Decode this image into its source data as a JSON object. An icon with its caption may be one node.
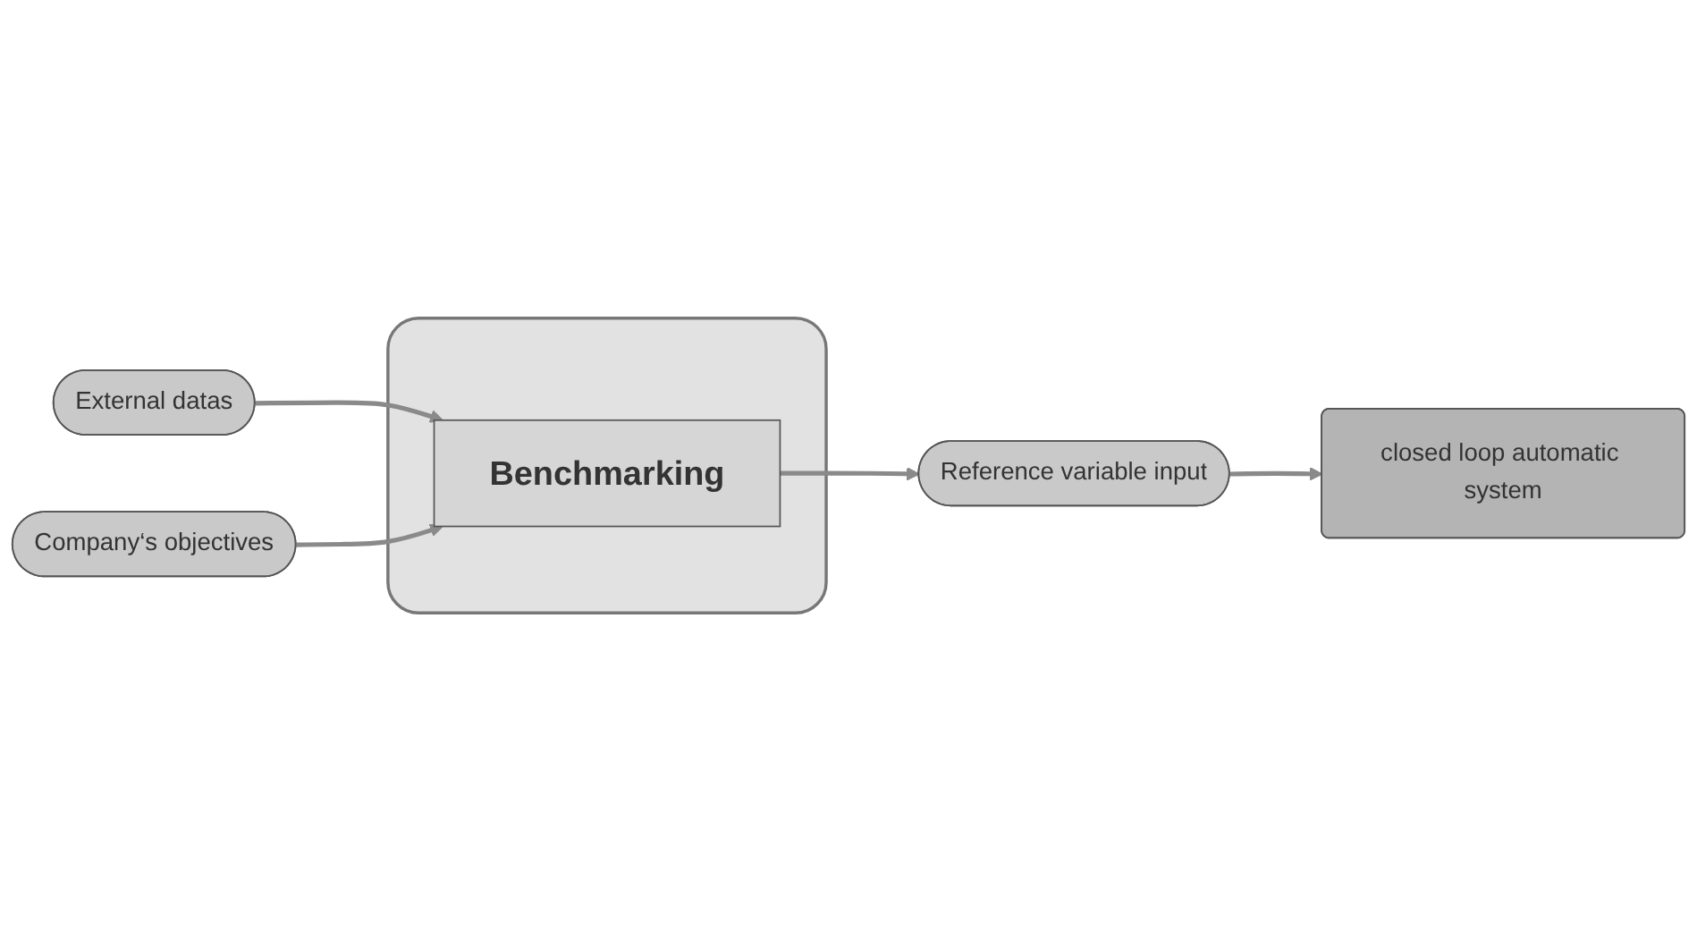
{
  "diagram": {
    "nodes": [
      {
        "text": [
          "External datas"
        ]
      },
      {
        "text": [],
        "shape": "box"
      },
      {
        "text": [
          "Benchmarking"
        ],
        "in": 1
      },
      {
        "text": [
          "Company‘s objectives"
        ]
      },
      {
        "text": [
          "Reference variable input"
        ]
      },
      {
        "text": [
          "closed loop automatic system"
        ]
      }
    ],
    "edges": [
      {
        "from": 0,
        "to": 2,
        "arrow": "to"
      },
      {
        "from": 3,
        "to": 2,
        "arrow": "to"
      },
      {
        "from": 2,
        "to": 4,
        "arrow": "to"
      },
      {
        "from": 4,
        "to": 5,
        "arrow": "to"
      }
    ]
  }
}
